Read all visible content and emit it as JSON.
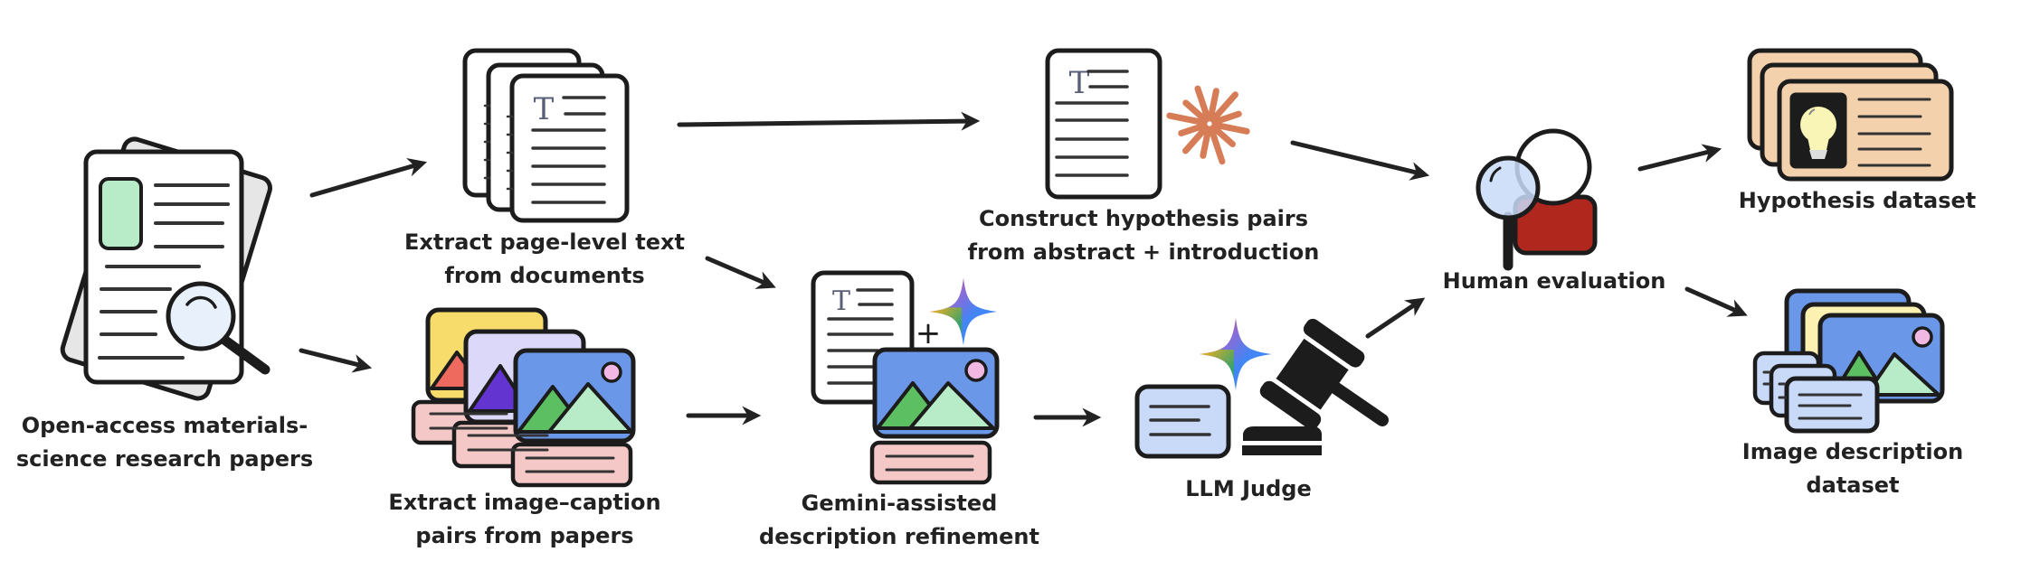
{
  "title": "Dataset construction pipeline",
  "colors": {
    "stroke": "#1c1c1c",
    "arrow": "#222222",
    "paper_back": "#e6e6e6",
    "green_block": "#b8ebc8",
    "magnifier_lens": "#e8f0fc",
    "text_T": "#5a5f78",
    "image_sky": "#6b97e8",
    "image_sun": "#f2b8e4",
    "mountain_dark": "#5cc062",
    "mountain_light": "#b8ecc8",
    "caption_pink": "#f5c8c8",
    "card_yellow": "#f7dc6c",
    "card_lavender": "#dcd8fa",
    "mountain_red": "#ee6a5e",
    "mountain_purple": "#6434d0",
    "starburst": "#d67d57",
    "judge_card": "#c8daf8",
    "person_body": "#b0271e",
    "hypothesis_card": "#f3d1ac",
    "bulb": "#f9f5b6",
    "bulb_base": "#dddddd",
    "idesc_yellow": "#fcf1b0",
    "gemini": [
      "#ea4335",
      "#4285f4",
      "#34a853",
      "#fbbc04"
    ]
  },
  "nodes": {
    "source": {
      "label_lines": [
        "Open-access materials-",
        "science research papers"
      ],
      "icon": "document-with-magnifier-icon"
    },
    "extract_text": {
      "label_lines": [
        "Extract page-level text",
        "from documents"
      ],
      "icon": "text-document-stack-icon"
    },
    "extract_images": {
      "label_lines": [
        "Extract image–caption",
        "pairs from papers"
      ],
      "icon": "image-caption-stack-icon"
    },
    "hypothesis_pairs": {
      "label_lines": [
        "Construct hypothesis pairs",
        "from abstract + introduction"
      ],
      "icon": "document-starburst-icon"
    },
    "gemini_refine": {
      "label_lines": [
        "Gemini-assisted",
        "description refinement"
      ],
      "icon": "gemini-sparkle-icon",
      "plus_symbol": "+"
    },
    "llm_judge": {
      "label_lines": [
        "LLM Judge"
      ],
      "icon": "gavel-icon"
    },
    "human_eval": {
      "label_lines": [
        "Human evaluation"
      ],
      "icon": "person-magnifier-icon"
    },
    "hypothesis_dataset": {
      "label_lines": [
        "Hypothesis dataset"
      ],
      "icon": "lightbulb-card-stack-icon"
    },
    "image_dataset": {
      "label_lines": [
        "Image description",
        "dataset"
      ],
      "icon": "image-card-stack-icon"
    }
  },
  "edges": [
    {
      "from": "source",
      "to": "extract_text"
    },
    {
      "from": "source",
      "to": "extract_images"
    },
    {
      "from": "extract_text",
      "to": "hypothesis_pairs"
    },
    {
      "from": "extract_text",
      "to": "gemini_refine"
    },
    {
      "from": "extract_images",
      "to": "gemini_refine"
    },
    {
      "from": "gemini_refine",
      "to": "llm_judge"
    },
    {
      "from": "hypothesis_pairs",
      "to": "human_eval"
    },
    {
      "from": "llm_judge",
      "to": "human_eval"
    },
    {
      "from": "human_eval",
      "to": "hypothesis_dataset"
    },
    {
      "from": "human_eval",
      "to": "image_dataset"
    }
  ]
}
